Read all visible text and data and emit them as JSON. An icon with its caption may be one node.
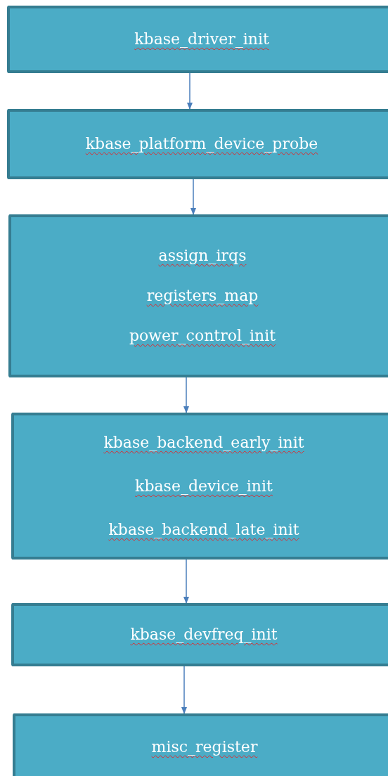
{
  "diagram": {
    "nodes": [
      {
        "text": [
          "kbase_driver_init"
        ]
      },
      {
        "text": [
          "kbase_platform_device_probe"
        ]
      },
      {
        "text": [
          "assign_irqs",
          "registers_map",
          "power_control_init"
        ]
      },
      {
        "text": [
          "kbase_backend_early_init",
          "kbase_device_init",
          "kbase_backend_late_init"
        ]
      },
      {
        "text": [
          "kbase_devfreq_init"
        ]
      },
      {
        "text": [
          "misc_register"
        ]
      }
    ],
    "edges": [
      {
        "from": 0,
        "to": 1,
        "arrow": "to"
      },
      {
        "from": 1,
        "to": 2,
        "arrow": "to"
      },
      {
        "from": 2,
        "to": 3,
        "arrow": "to"
      },
      {
        "from": 3,
        "to": 4,
        "arrow": "to"
      },
      {
        "from": 4,
        "to": 5,
        "arrow": "to"
      }
    ]
  }
}
